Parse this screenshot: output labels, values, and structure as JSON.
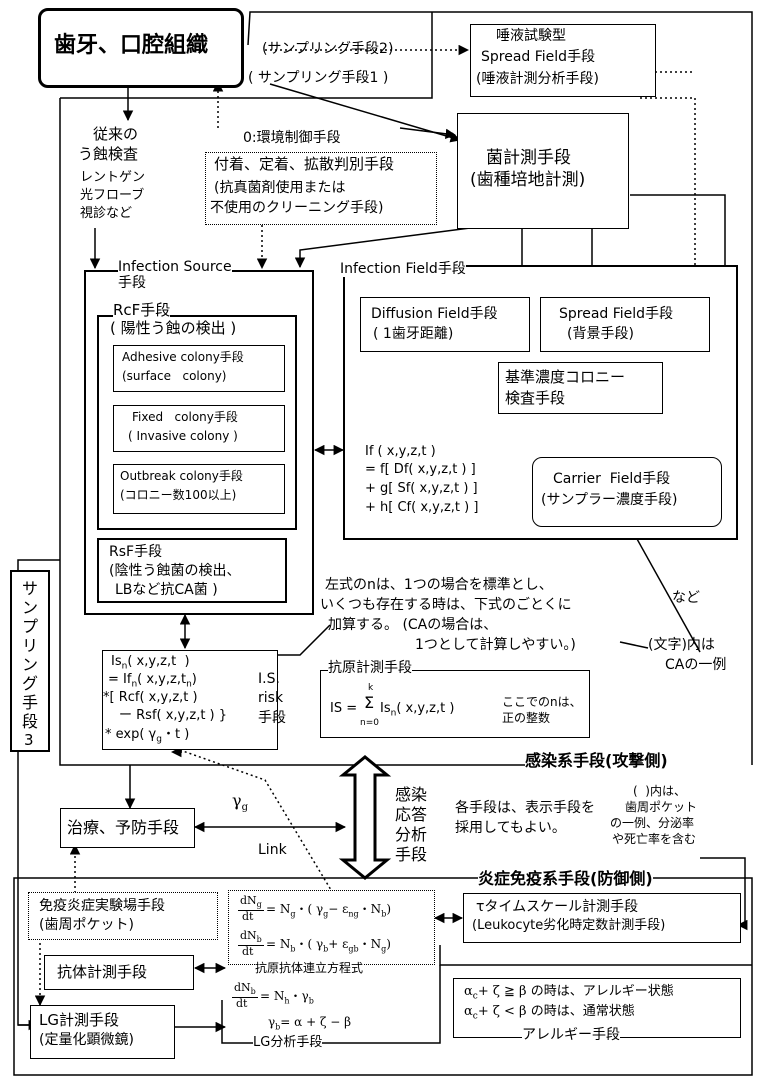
{
  "teeth": "歯牙、口腔組織",
  "sampling2": "(サンプリング手段2)",
  "sampling1": "( サンプリング手段1 )",
  "saliva_box": [
    "唾液試験型",
    "Spread Field手段",
    "(唾液計測分析手段)"
  ],
  "conventional": [
    "従来の",
    "う蝕検査"
  ],
  "conventional_methods": [
    "レントゲン",
    "光フローブ",
    "視診など"
  ],
  "env_control": "0:環境制御手段",
  "adhesion_box": [
    "付着、定着、拡散判別手段",
    "(抗真菌剤使用または",
    "不使用のクリーニング手段)"
  ],
  "bacteria_box": [
    "菌計測手段",
    "(歯種培地計測)"
  ],
  "infection_source": [
    "Infection Source",
    "手段"
  ],
  "infection_field": "Infection Field手段",
  "rcf": [
    "RcF手段",
    "( 陽性う蝕の検出 )"
  ],
  "adhesive": [
    "Adhesive colony手段",
    "(surface   colony)"
  ],
  "fixed": [
    "Fixed   colony手段",
    "( Invasive colony )"
  ],
  "outbreak": [
    "Outbreak colony手段",
    "(コロニー数100以上)"
  ],
  "rsf": [
    "RsF手段",
    "(陰性う蝕菌の検出、",
    "LBなど抗CA菌 )"
  ],
  "diffusion": [
    "Diffusion Field手段",
    "( 1歯牙距離)"
  ],
  "spread": [
    "Spread Field手段",
    "(背景手段)"
  ],
  "standard": [
    "基準濃度コロニー",
    "検査手段"
  ],
  "carrier": [
    "Carrier  Field手段",
    "(サンプラー濃度手段)"
  ],
  "if_formula": [
    "If ( x,y,z,t )",
    "= f[ Df( x,y,z,t ) ]",
    "+ g[ Sf( x,y,z,t ) ]",
    "+ h[ Cf( x,y,z,t ) ]"
  ],
  "note_n": [
    "左式のnは、1つの場合を標準とし、",
    "いくつも存在する時は、下式のごとくに",
    "加算する。 (CAの場合は、",
    "1つとして計算しやすい。)"
  ],
  "nado": "など",
  "moji": [
    "(文字)内は",
    "CAの一例"
  ],
  "isn_formula": [
    "Is",
    "n",
    "( x,y,z,t  )",
    "= If",
    "n",
    "( x,y,z,t",
    "n",
    ")",
    "*[ Rcf( x,y,z,t )",
    "ー Rsf( x,y,z,t ) }",
    "* exp( γ",
    "g",
    "・t )"
  ],
  "is_risk": [
    "I.S.",
    "risk",
    "手段"
  ],
  "antigen": "抗原計測手段",
  "is_sum": [
    "IS =",
    "k",
    "Σ",
    "n=0",
    "Is",
    "n",
    "( x,y,z,t )"
  ],
  "n_note": [
    "ここでのnは、",
    "正の整数"
  ],
  "infection_system": "感染系手段(攻撃側)",
  "sampling3": [
    "サ",
    "ン",
    "プ",
    "リ",
    "ン",
    "グ",
    "手",
    "段",
    "3"
  ],
  "treatment": "治療、予防手段",
  "gamma_g": [
    "γ",
    "g"
  ],
  "link": "Link",
  "response": [
    "感染",
    "応答",
    "分析",
    "手段"
  ],
  "display_note": [
    "各手段は、表示手段を",
    "採用してもよい。"
  ],
  "perio_note": [
    "(  )内は、",
    "歯周ポケット",
    "の一例、分泌率",
    "や死亡率を含む"
  ],
  "immune_system": "炎症免疫系手段(防御側)",
  "immune_lab": [
    "免疫炎症実験場手段",
    "(歯周ポケット)"
  ],
  "antibody": "抗体計測手段",
  "lg_measure": [
    "LG計測手段",
    "(定量化顕微鏡)"
  ],
  "eq1": [
    "dN",
    "g",
    "dt",
    "= N",
    "g",
    "・( γ",
    "g",
    "− ε",
    "ng",
    "・N",
    "b",
    ")"
  ],
  "eq2": [
    "dN",
    "b",
    "dt",
    "= N",
    "b",
    "・( γ",
    "b",
    "+ ε",
    "gb",
    "・N",
    "g",
    ")"
  ],
  "eq_title": "抗原抗体連立方程式",
  "eq3": [
    "dN",
    "b",
    "dt",
    "= N",
    "h",
    "・γ",
    "b"
  ],
  "eq4": [
    "γ",
    "b",
    "= α + ζ − β"
  ],
  "lg_analysis": "LG分析手段",
  "tau_box": [
    "τタイムスケール計測手段",
    "(Leukocyte劣化時定数計測手段)"
  ],
  "allergy_cond": [
    "α",
    "c",
    "+ ζ ≧ β の時は、アレルギー状態",
    "α",
    "c",
    "+ ζ < β の時は、通常状態"
  ],
  "allergy": "アレルギー手段"
}
